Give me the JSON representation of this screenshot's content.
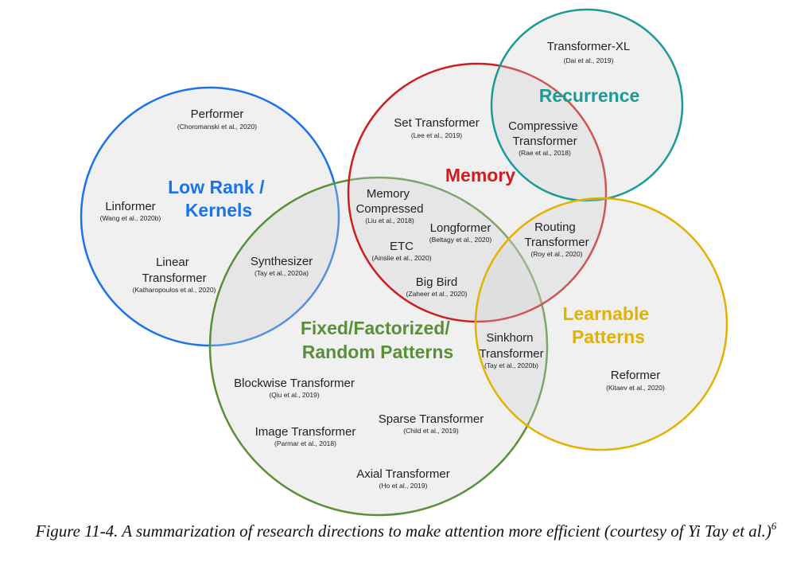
{
  "diagram": {
    "sets": [
      {
        "id": "low-rank",
        "title_lines": [
          "Low Rank /",
          "Kernels"
        ],
        "color": "#1a73e8"
      },
      {
        "id": "fixed",
        "title_lines": [
          "Fixed/Factorized/",
          "Random Patterns"
        ],
        "color": "#5a8f3a"
      },
      {
        "id": "memory",
        "title_lines": [
          "Memory"
        ],
        "color": "#cc1e1e"
      },
      {
        "id": "recurrence",
        "title_lines": [
          "Recurrence"
        ],
        "color": "#1a9b96"
      },
      {
        "id": "learnable",
        "title_lines": [
          "Learnable",
          "Patterns"
        ],
        "color": "#e3b100"
      }
    ],
    "models": [
      {
        "id": "transformer-xl",
        "name_lines": [
          "Transformer-XL"
        ],
        "citation": "(Dai et al., 2019)"
      },
      {
        "id": "performer",
        "name_lines": [
          "Performer"
        ],
        "citation": "(Choromanski et al., 2020)"
      },
      {
        "id": "set-transformer",
        "name_lines": [
          "Set Transformer"
        ],
        "citation": "(Lee et al., 2019)"
      },
      {
        "id": "compressive-transformer",
        "name_lines": [
          "Compressive",
          "Transformer"
        ],
        "citation": "(Rae et al., 2018)"
      },
      {
        "id": "linformer",
        "name_lines": [
          "Linformer"
        ],
        "citation": "(Wang et al., 2020b)"
      },
      {
        "id": "memory-compressed",
        "name_lines": [
          "Memory",
          "Compressed"
        ],
        "citation": "(Liu et al., 2018)"
      },
      {
        "id": "longformer",
        "name_lines": [
          "Longformer"
        ],
        "citation": "(Beltagy et al., 2020)"
      },
      {
        "id": "routing-transformer",
        "name_lines": [
          "Routing",
          "Transformer"
        ],
        "citation": "(Roy et al., 2020)"
      },
      {
        "id": "etc",
        "name_lines": [
          "ETC"
        ],
        "citation": "(Ainslie et al., 2020)"
      },
      {
        "id": "linear-transformer",
        "name_lines": [
          "Linear",
          "Transformer"
        ],
        "citation": "(Katharopoulos et al., 2020)"
      },
      {
        "id": "synthesizer",
        "name_lines": [
          "Synthesizer"
        ],
        "citation": "(Tay et al., 2020a)"
      },
      {
        "id": "big-bird",
        "name_lines": [
          "Big Bird"
        ],
        "citation": "(Zaheer et al., 2020)"
      },
      {
        "id": "sinkhorn-transformer",
        "name_lines": [
          "Sinkhorn",
          "Transformer"
        ],
        "citation": "(Tay et al., 2020b)"
      },
      {
        "id": "reformer",
        "name_lines": [
          "Reformer"
        ],
        "citation": "(Kitaev et al., 2020)"
      },
      {
        "id": "blockwise-transformer",
        "name_lines": [
          "Blockwise Transformer"
        ],
        "citation": "(Qiu et al., 2019)"
      },
      {
        "id": "sparse-transformer",
        "name_lines": [
          "Sparse Transformer"
        ],
        "citation": "(Child et al., 2019)"
      },
      {
        "id": "image-transformer",
        "name_lines": [
          "Image Transformer"
        ],
        "citation": "(Parmar et al., 2018)"
      },
      {
        "id": "axial-transformer",
        "name_lines": [
          "Axial Transformer"
        ],
        "citation": "(Ho et al., 2019)"
      }
    ]
  },
  "caption": {
    "text": "Figure 11-4. A summarization of research directions to make attention more efficient (courtesy of Yi Tay et al.)",
    "footnote": "6"
  }
}
